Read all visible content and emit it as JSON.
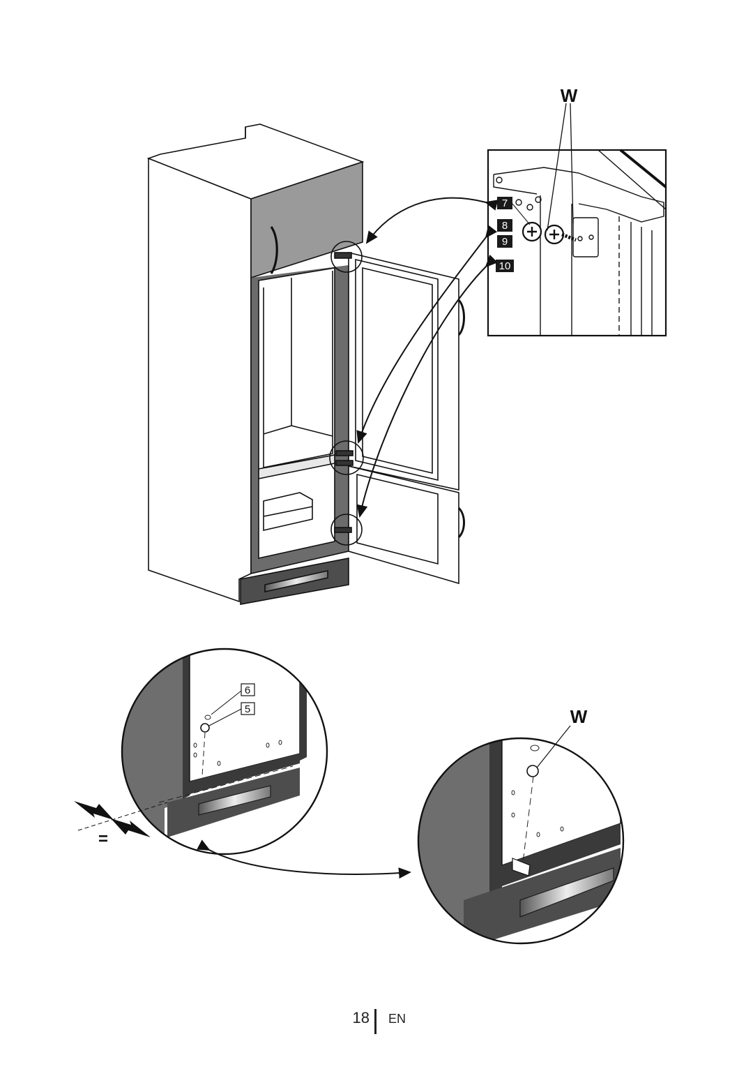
{
  "figure": {
    "top_detail": {
      "label_w": "W",
      "callouts": [
        "7",
        "8",
        "9",
        "10"
      ]
    },
    "bottom_left_detail": {
      "callouts": [
        "6",
        "5"
      ],
      "equal_mark": "="
    },
    "bottom_right_detail": {
      "label_w": "W"
    }
  },
  "footer": {
    "page_number": "18",
    "language": "EN"
  }
}
